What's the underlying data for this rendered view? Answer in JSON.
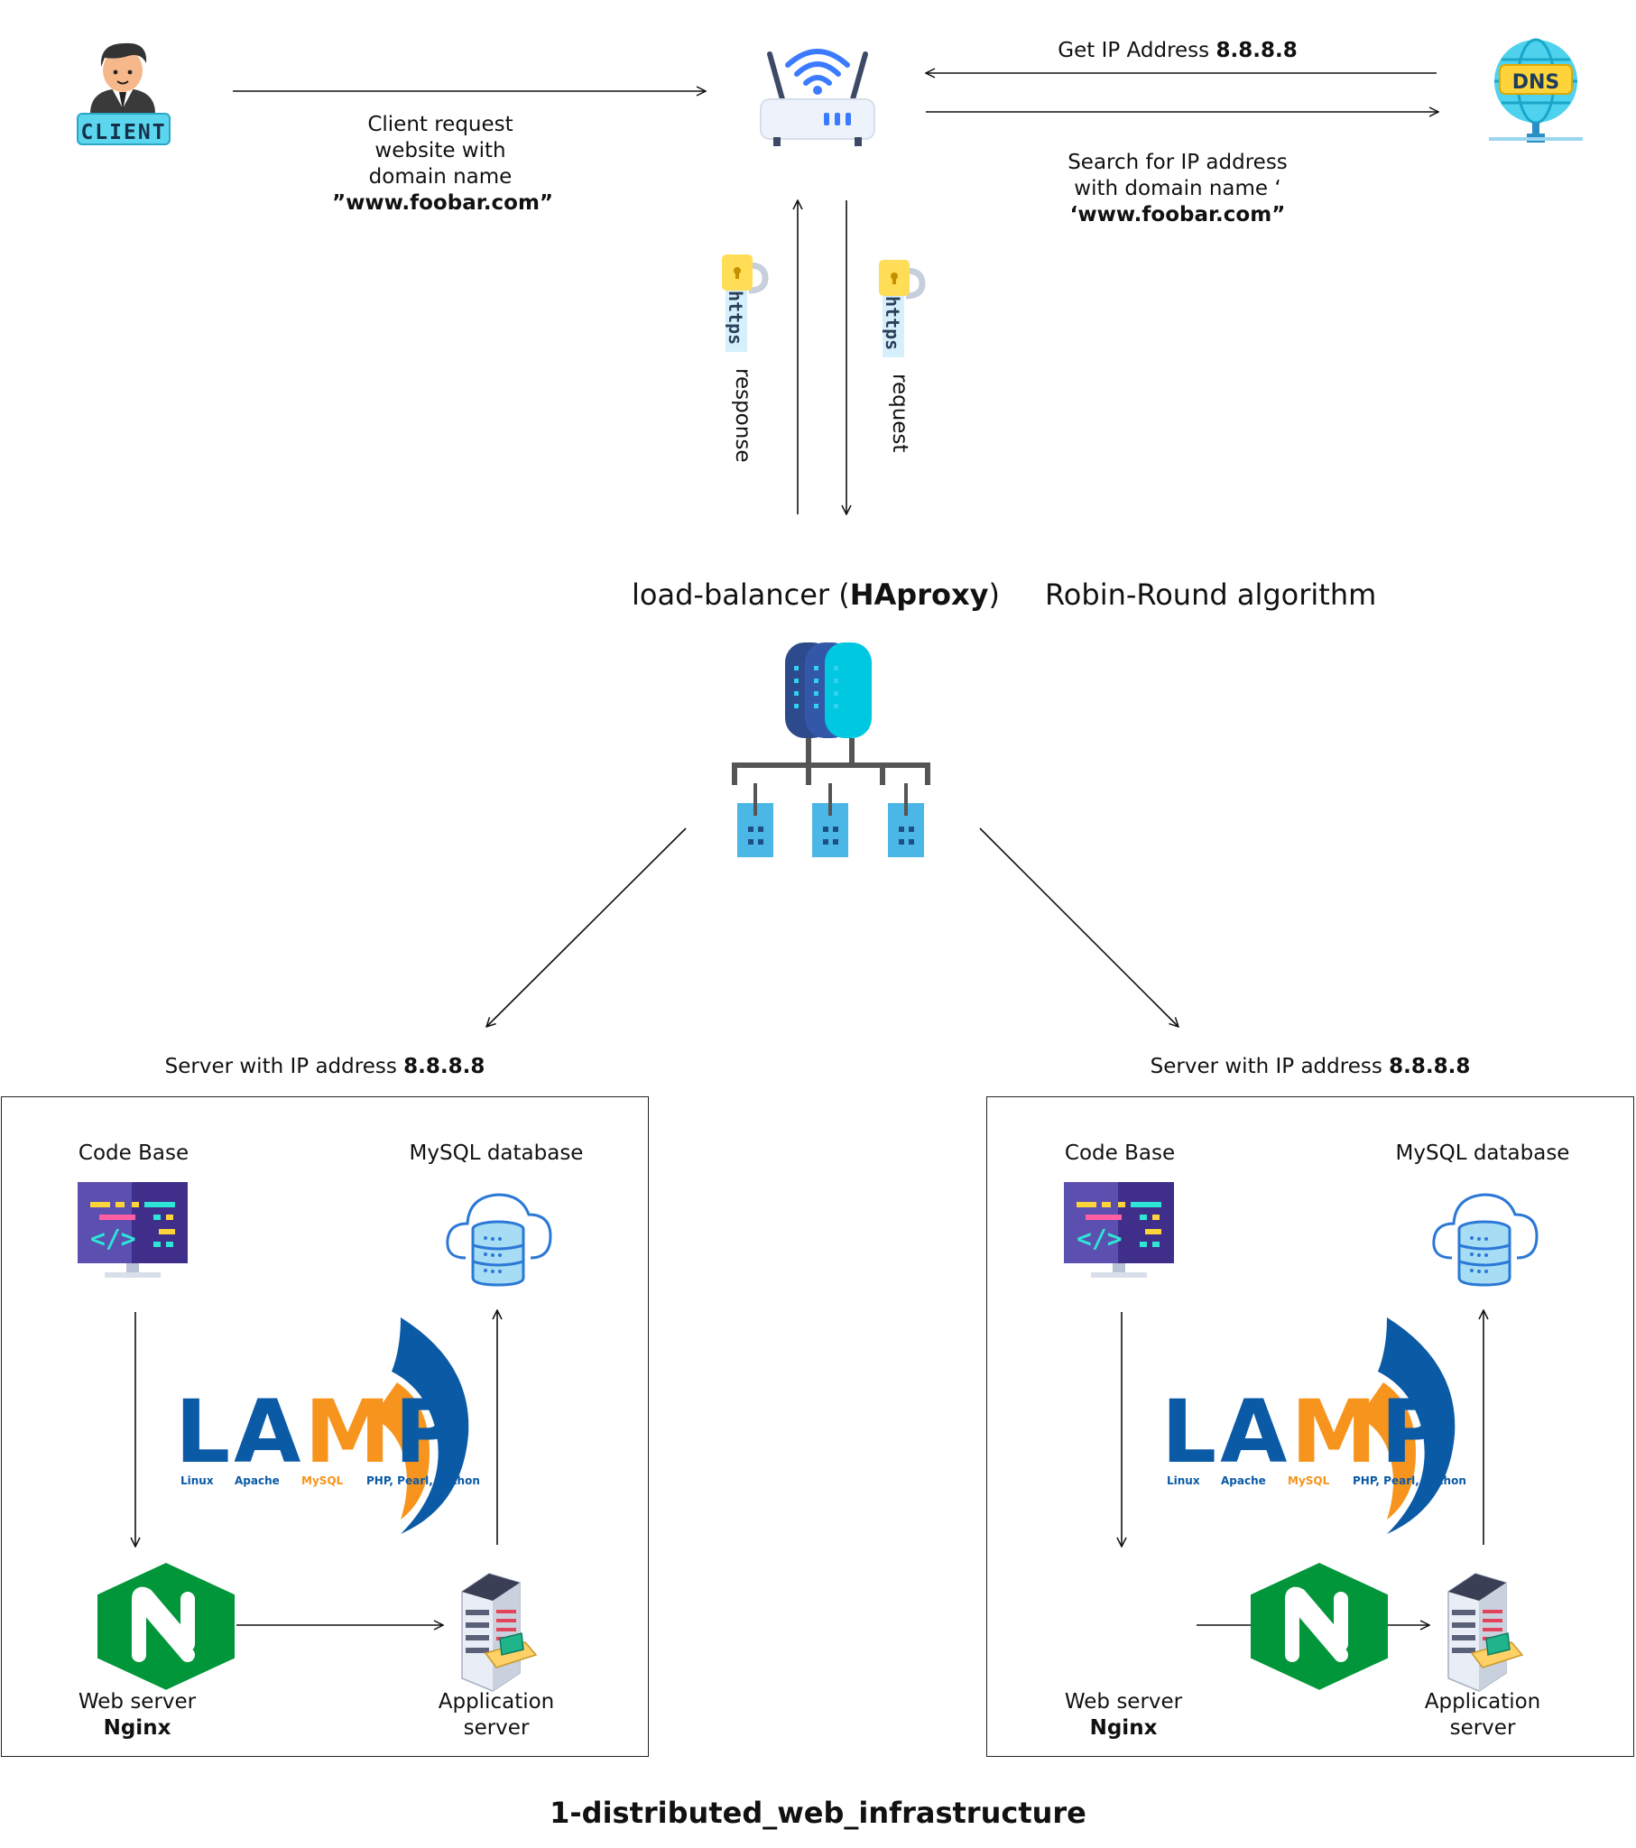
{
  "title": "1-distributed_web_infrastructure",
  "client": {
    "badge": "CLIENT"
  },
  "dns": {
    "badge": "DNS"
  },
  "labels": {
    "client_request": [
      "Client request",
      "website with",
      "domain name"
    ],
    "client_domain": "”www.foobar.com”",
    "get_ip_prefix": "Get IP Address ",
    "get_ip_value": "8.8.8.8",
    "search_ip": [
      "Search for IP address",
      "with domain name ‘"
    ],
    "search_domain": "‘www.foobar.com”",
    "response": "response",
    "request": "request",
    "https": "https",
    "lb_prefix": "load-balancer (",
    "lb_name": "HAproxy",
    "lb_suffix": ")",
    "algorithm": "Robin-Round algorithm"
  },
  "servers": [
    {
      "heading_prefix": "Server with IP address ",
      "heading_ip": "8.8.8.8",
      "code_base": "Code Base",
      "database": "MySQL database",
      "web_server": "Web server",
      "web_server_name": "Nginx",
      "app_server": [
        "Application",
        "server"
      ]
    },
    {
      "heading_prefix": "Server with IP address ",
      "heading_ip": "8.8.8.8",
      "code_base": "Code Base",
      "database": "MySQL database",
      "web_server": "Web server",
      "web_server_name": "Nginx",
      "app_server": [
        "Application",
        "server"
      ]
    }
  ],
  "lamp": {
    "word": "LAMP",
    "components": [
      "Linux",
      "Apache",
      "MySQL",
      "PHP, Pearl, Python"
    ],
    "colors": {
      "blue": "#0b5aa6",
      "orange": "#f7941d"
    }
  },
  "colors": {
    "nginx_green": "#009639",
    "dns_globe": "#29c5e6",
    "lb_dark": "#2c4a8c",
    "lb_cyan": "#00c8e0",
    "router_blue": "#3b7bff"
  }
}
